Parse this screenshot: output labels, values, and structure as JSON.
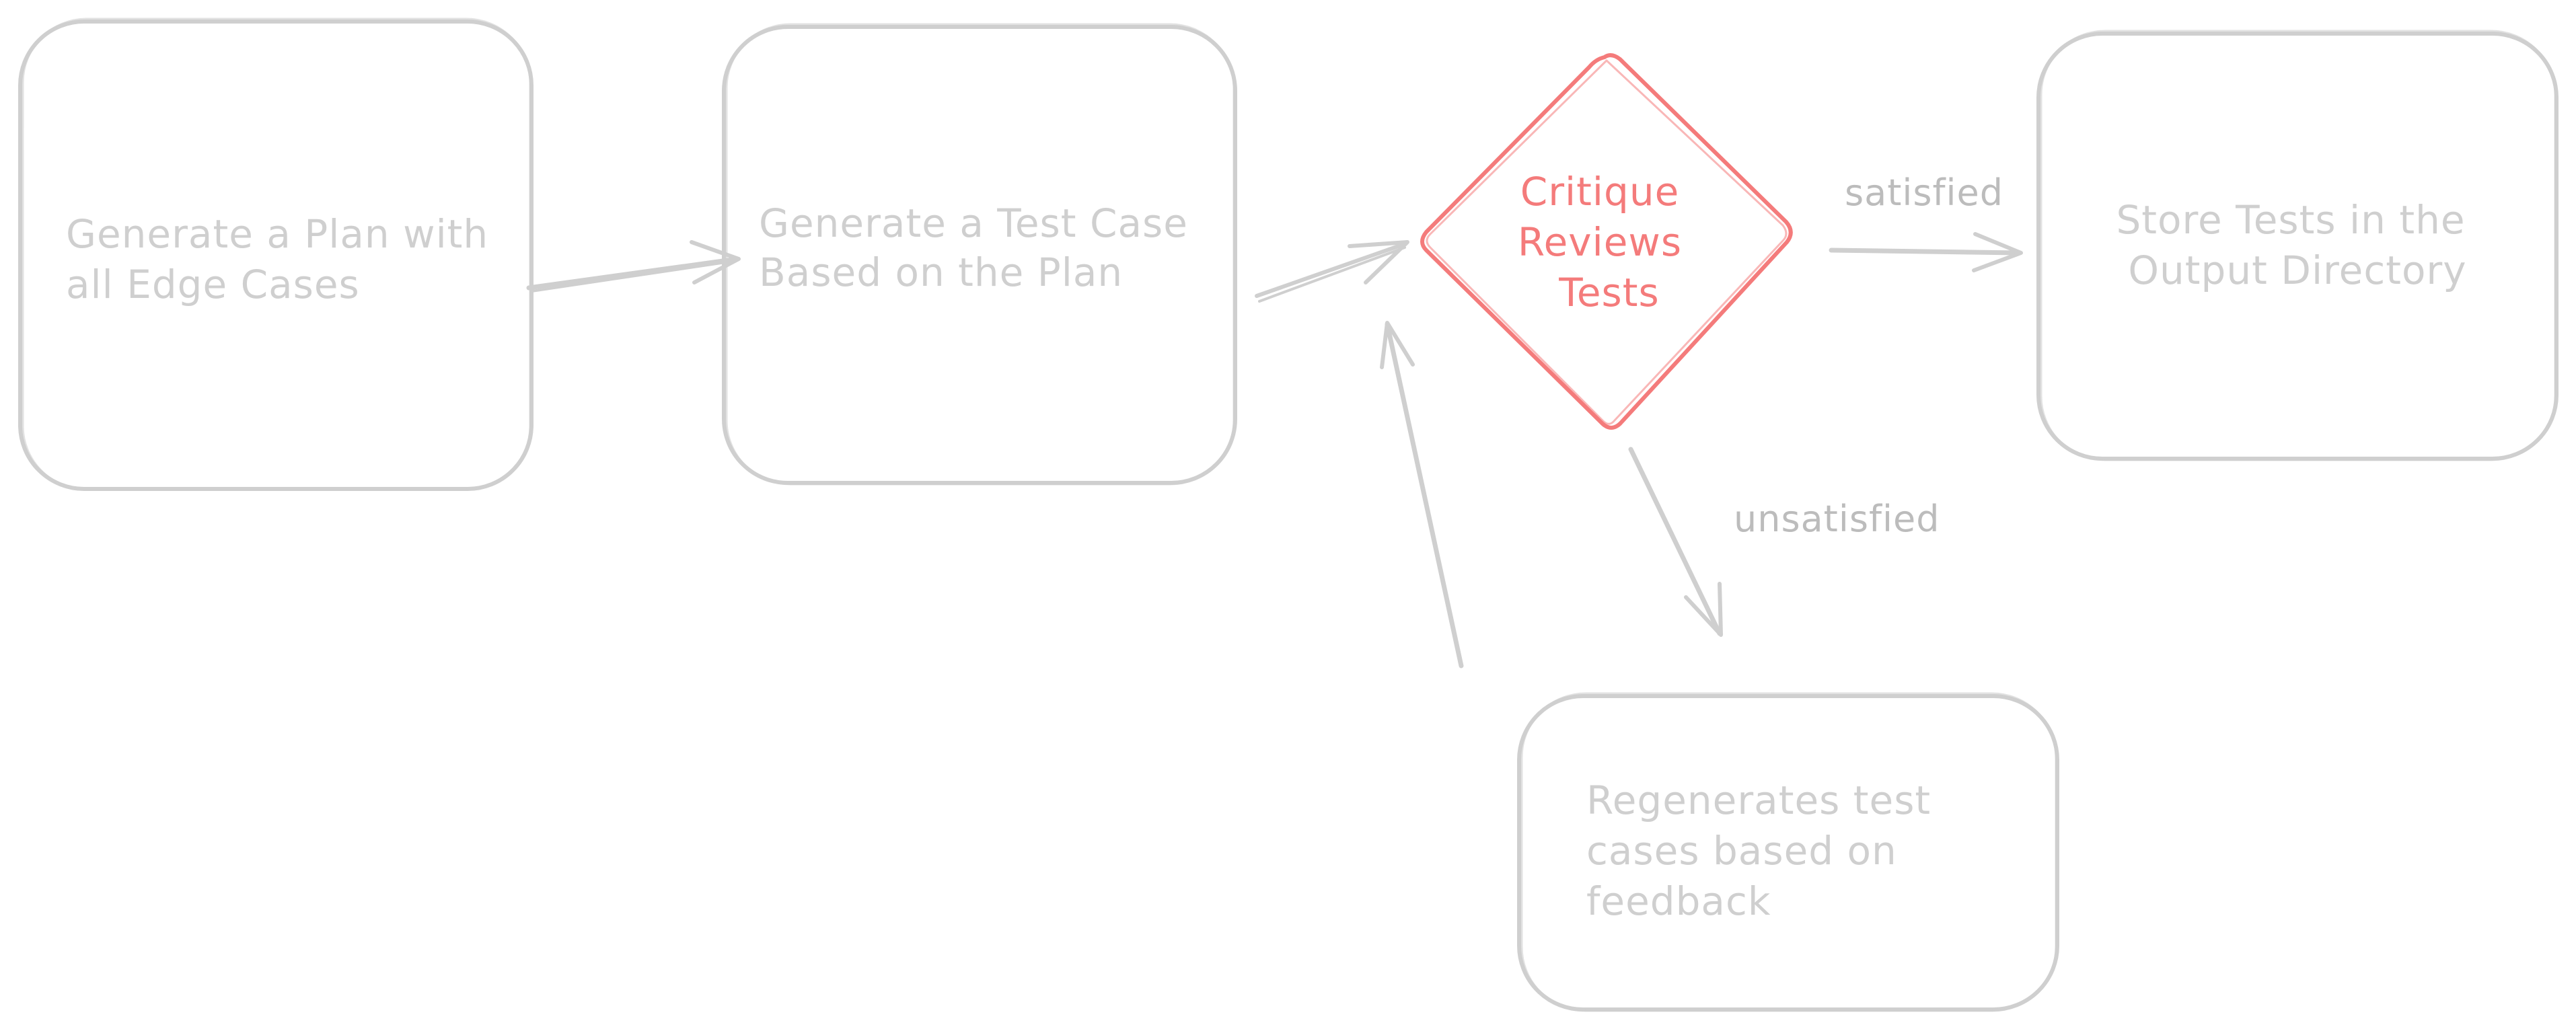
{
  "colors": {
    "stroke": "#cfcfcf",
    "text": "#cfcfcf",
    "edge_text": "#bcbcbc",
    "highlight": "#f47b7b"
  },
  "nodes": {
    "plan": {
      "shape": "rounded-rectangle",
      "lines": [
        "Generate a Plan with",
        "all Edge Cases"
      ]
    },
    "test_case": {
      "shape": "rounded-rectangle",
      "lines": [
        "Generate a Test Case",
        "Based on the Plan"
      ]
    },
    "critique": {
      "shape": "diamond",
      "highlighted": true,
      "lines": [
        "Critique",
        "Reviews",
        "Tests"
      ]
    },
    "store": {
      "shape": "rounded-rectangle",
      "lines": [
        "Store Tests in the",
        "Output Directory"
      ]
    },
    "regenerate": {
      "shape": "rounded-rectangle",
      "lines": [
        "Regenerates test",
        "cases based on",
        "feedback"
      ]
    }
  },
  "edges": {
    "satisfied_label": "satisfied",
    "unsatisfied_label": "unsatisfied"
  }
}
